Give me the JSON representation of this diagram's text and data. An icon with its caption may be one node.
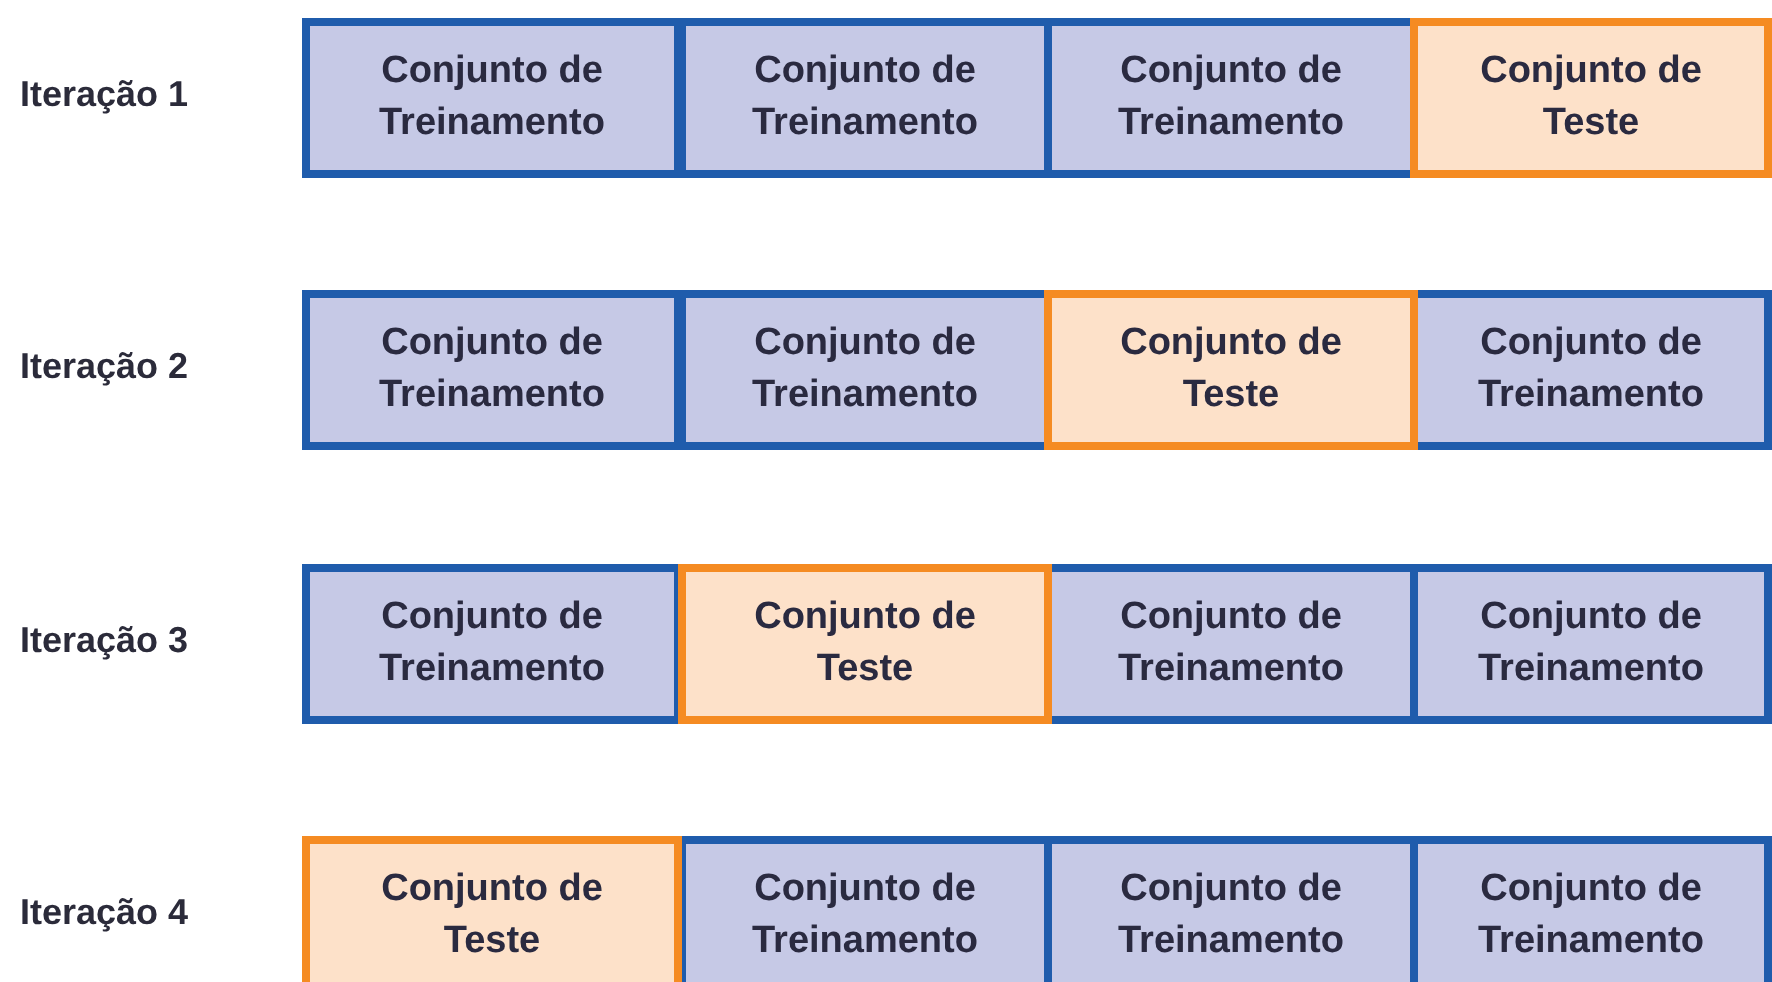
{
  "diagram": {
    "nodes": [
      {
        "text": [
          "Conjunto de Treinamento"
        ]
      },
      {
        "text": [
          "Conjunto de Treinamento"
        ]
      },
      {
        "text": [
          "Conjunto de Treinamento"
        ]
      },
      {
        "text": [
          "Conjunto de Teste"
        ]
      },
      {
        "text": [
          "Conjunto de Treinamento"
        ]
      },
      {
        "text": [
          "Conjunto de Treinamento"
        ]
      },
      {
        "text": [
          "Conjunto de Teste"
        ]
      },
      {
        "text": [
          "Conjunto de Treinamento"
        ]
      },
      {
        "text": [
          "Conjunto de Treinamento"
        ]
      },
      {
        "text": [
          "Conjunto de Teste"
        ]
      },
      {
        "text": [
          "Conjunto de Treinamento"
        ]
      },
      {
        "text": [
          "Conjunto de Treinamento"
        ]
      },
      {
        "text": [
          "Conjunto de Teste"
        ]
      },
      {
        "text": [
          "Conjunto de Treinamento"
        ]
      },
      {
        "text": [
          "Conjunto de Treinamento"
        ]
      },
      {
        "text": [
          "Conjunto de Treinamento"
        ]
      }
    ],
    "labels": [
      "Iteração 1",
      "Iteração 2",
      "Iteração 3",
      "Iteração 4"
    ]
  }
}
